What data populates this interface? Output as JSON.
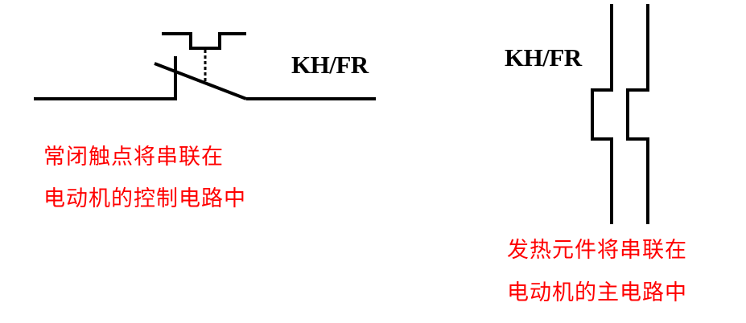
{
  "colors": {
    "line": "#000000",
    "label": "#000000",
    "note": "#ff0000",
    "background": "#ffffff"
  },
  "contact_symbol": {
    "label": "KH/FR",
    "description_lines": [
      "常闭触点将串联在",
      "电动机的控制电路中"
    ]
  },
  "heater_symbol": {
    "label": "KH/FR",
    "description_lines": [
      "发热元件将串联在",
      "电动机的主电路中"
    ]
  }
}
